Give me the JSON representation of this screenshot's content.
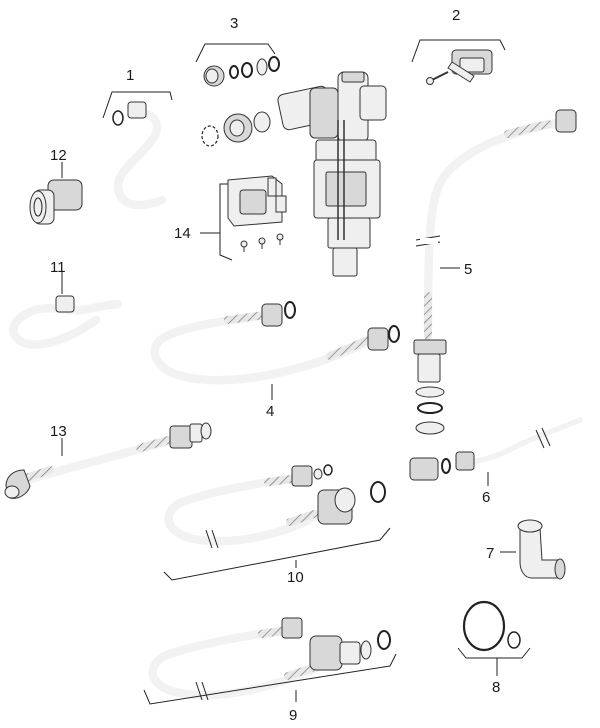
{
  "diagram": {
    "labels": {
      "p1": "1",
      "p2": "2",
      "p3": "3",
      "p4": "4",
      "p5": "5",
      "p6": "6",
      "p7": "7",
      "p8": "8",
      "p9": "9",
      "p10": "10",
      "p11": "11",
      "p12": "12",
      "p13": "13",
      "p14": "14"
    }
  }
}
